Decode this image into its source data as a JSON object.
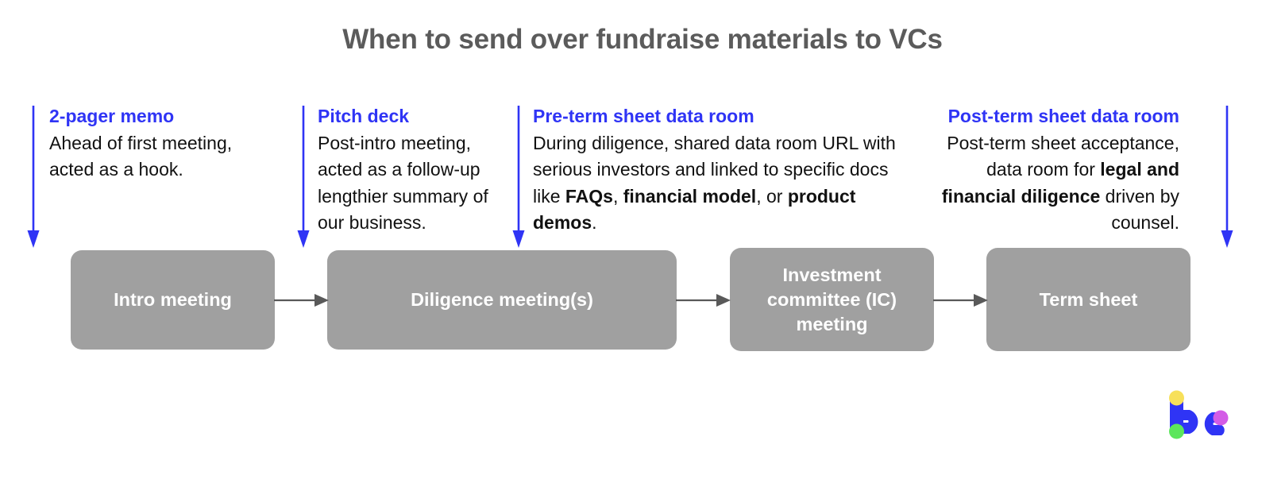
{
  "title": "When to send over fundraise materials to VCs",
  "colors": {
    "title_gray": "#5b5b5b",
    "annotation_blue": "#2f34f5",
    "box_gray": "#a0a0a0",
    "box_text": "#ffffff",
    "connector_gray": "#595959",
    "logo_blue": "#2f34f5",
    "logo_yellow": "#f7e05a",
    "logo_green": "#5ce65c",
    "logo_magenta": "#d35ce6"
  },
  "annotations": [
    {
      "id": "ann-1",
      "heading": "2-pager memo",
      "body": "Ahead of first meeting, acted as a hook.",
      "align": "left",
      "arrow": "down-arrow-icon"
    },
    {
      "id": "ann-2",
      "heading": "Pitch deck",
      "body": "Post-intro meeting, acted as a follow-up lengthier summary of our business.",
      "align": "left",
      "arrow": "down-arrow-icon"
    },
    {
      "id": "ann-3",
      "heading": "Pre-term sheet data room",
      "body": "During diligence, shared data room URL with serious investors and linked to specific docs like FAQs, financial model, or product demos.",
      "bold_terms": [
        "FAQs",
        "financial model",
        "product demos"
      ],
      "align": "left",
      "arrow": "down-arrow-icon"
    },
    {
      "id": "ann-4",
      "heading": "Post-term sheet data room",
      "body": "Post-term sheet acceptance, data room for legal and financial diligence driven by counsel.",
      "bold_terms": [
        "legal and financial diligence"
      ],
      "align": "right",
      "arrow": "down-arrow-icon"
    }
  ],
  "flow": {
    "boxes": [
      {
        "id": "box-1",
        "label": "Intro meeting"
      },
      {
        "id": "box-2",
        "label": "Diligence meeting(s)"
      },
      {
        "id": "box-3",
        "label": "Investment committee (IC) meeting"
      },
      {
        "id": "box-4",
        "label": "Term sheet"
      }
    ],
    "connectors": [
      "right-arrow-icon",
      "right-arrow-icon",
      "right-arrow-icon"
    ]
  },
  "logo": {
    "name": "bc-logo",
    "letters": "bc"
  }
}
